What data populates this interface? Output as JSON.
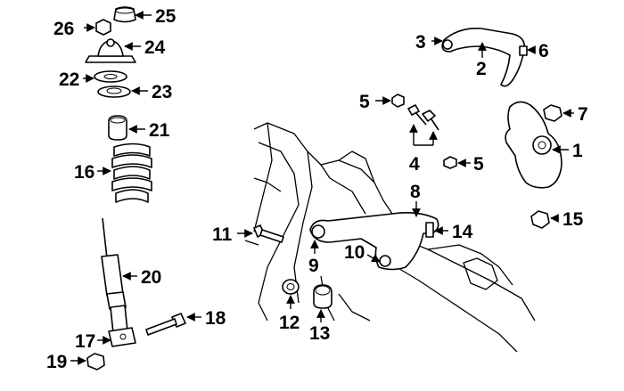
{
  "diagram": {
    "callouts": [
      "26",
      "25",
      "24",
      "22",
      "23",
      "21",
      "16",
      "20",
      "17",
      "19",
      "18",
      "3",
      "2",
      "6",
      "5",
      "4",
      "5",
      "7",
      "1",
      "8",
      "14",
      "11",
      "9",
      "10",
      "15",
      "12",
      "13"
    ]
  }
}
